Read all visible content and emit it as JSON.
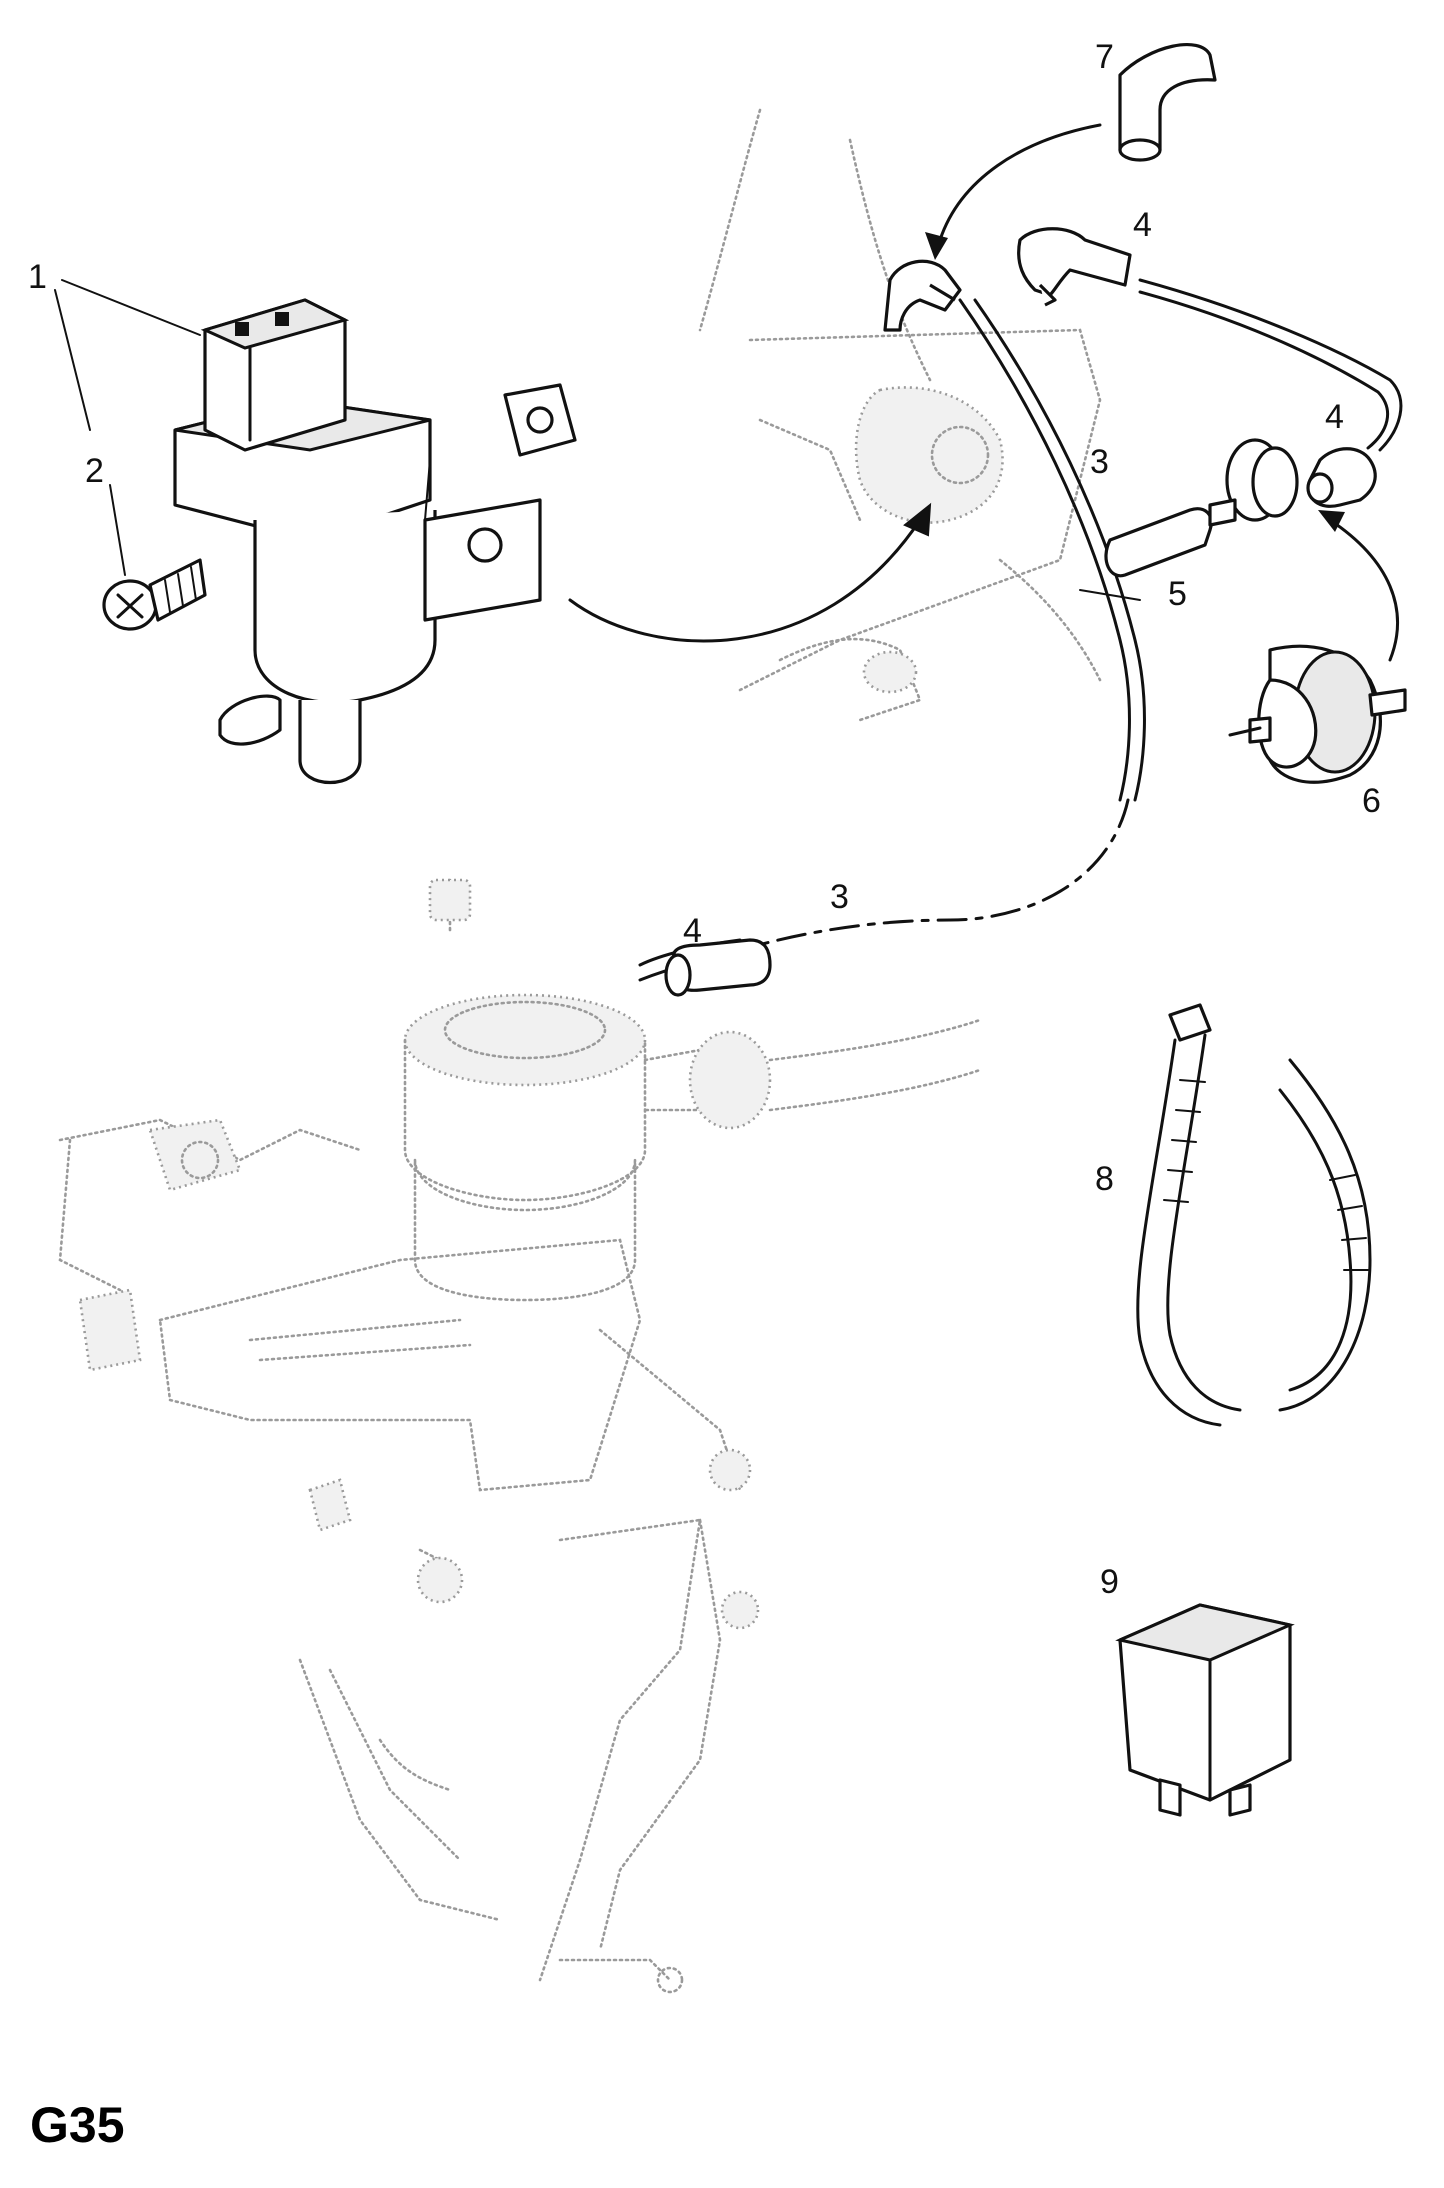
{
  "diagram_code": "G35",
  "callouts": [
    {
      "id": "1",
      "text": "1"
    },
    {
      "id": "2",
      "text": "2"
    },
    {
      "id": "3a",
      "text": "3"
    },
    {
      "id": "3b",
      "text": "3"
    },
    {
      "id": "4a",
      "text": "4"
    },
    {
      "id": "4b",
      "text": "4"
    },
    {
      "id": "4c",
      "text": "4"
    },
    {
      "id": "5",
      "text": "5"
    },
    {
      "id": "6",
      "text": "6"
    },
    {
      "id": "7",
      "text": "7"
    },
    {
      "id": "8",
      "text": "8"
    },
    {
      "id": "9",
      "text": "9"
    }
  ],
  "colors": {
    "ink": "#111111",
    "ghost": "#9a9a9a",
    "background": "#ffffff"
  }
}
